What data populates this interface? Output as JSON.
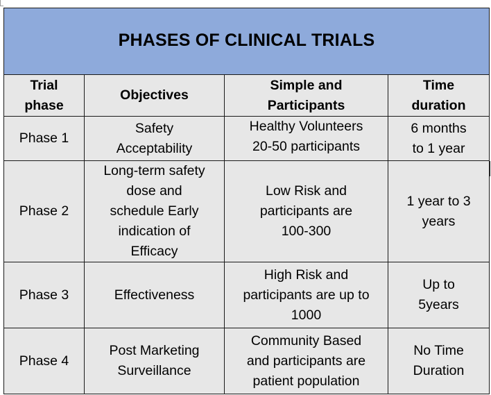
{
  "table": {
    "title": "PHASES OF CLINICAL TRIALS",
    "header": {
      "phase": [
        "Trial",
        "phase"
      ],
      "objectives": [
        "Objectives"
      ],
      "participants": [
        "Simple and",
        "Participants"
      ],
      "duration": [
        "Time",
        "duration"
      ]
    },
    "rows": [
      {
        "phase": [
          "Phase 1"
        ],
        "objectives": [
          "Safety",
          "Acceptability"
        ],
        "participants": [
          "Healthy Volunteers",
          "20-50 participants"
        ],
        "duration": [
          "6 months",
          "to 1 year"
        ]
      },
      {
        "phase": [
          "Phase 2"
        ],
        "objectives": [
          "Long-term safety",
          "dose and",
          "schedule Early",
          "indication of",
          "Efficacy"
        ],
        "participants": [
          "Low Risk and",
          "participants are",
          "100-300"
        ],
        "duration": [
          "1 year to 3",
          "years"
        ]
      },
      {
        "phase": [
          "Phase 3"
        ],
        "objectives": [
          "Effectiveness"
        ],
        "participants": [
          "High Risk and",
          "participants are up to",
          "1000"
        ],
        "duration": [
          "Up to",
          "5years"
        ]
      },
      {
        "phase": [
          "Phase 4"
        ],
        "objectives": [
          "Post Marketing",
          "Surveillance"
        ],
        "participants": [
          "Community Based",
          "and participants are",
          "patient population"
        ],
        "duration": [
          "No Time",
          "Duration"
        ]
      }
    ]
  },
  "colors": {
    "title_background": "#8eaadb",
    "cell_background": "#e7e7e7",
    "border": "#1a1a1a"
  }
}
